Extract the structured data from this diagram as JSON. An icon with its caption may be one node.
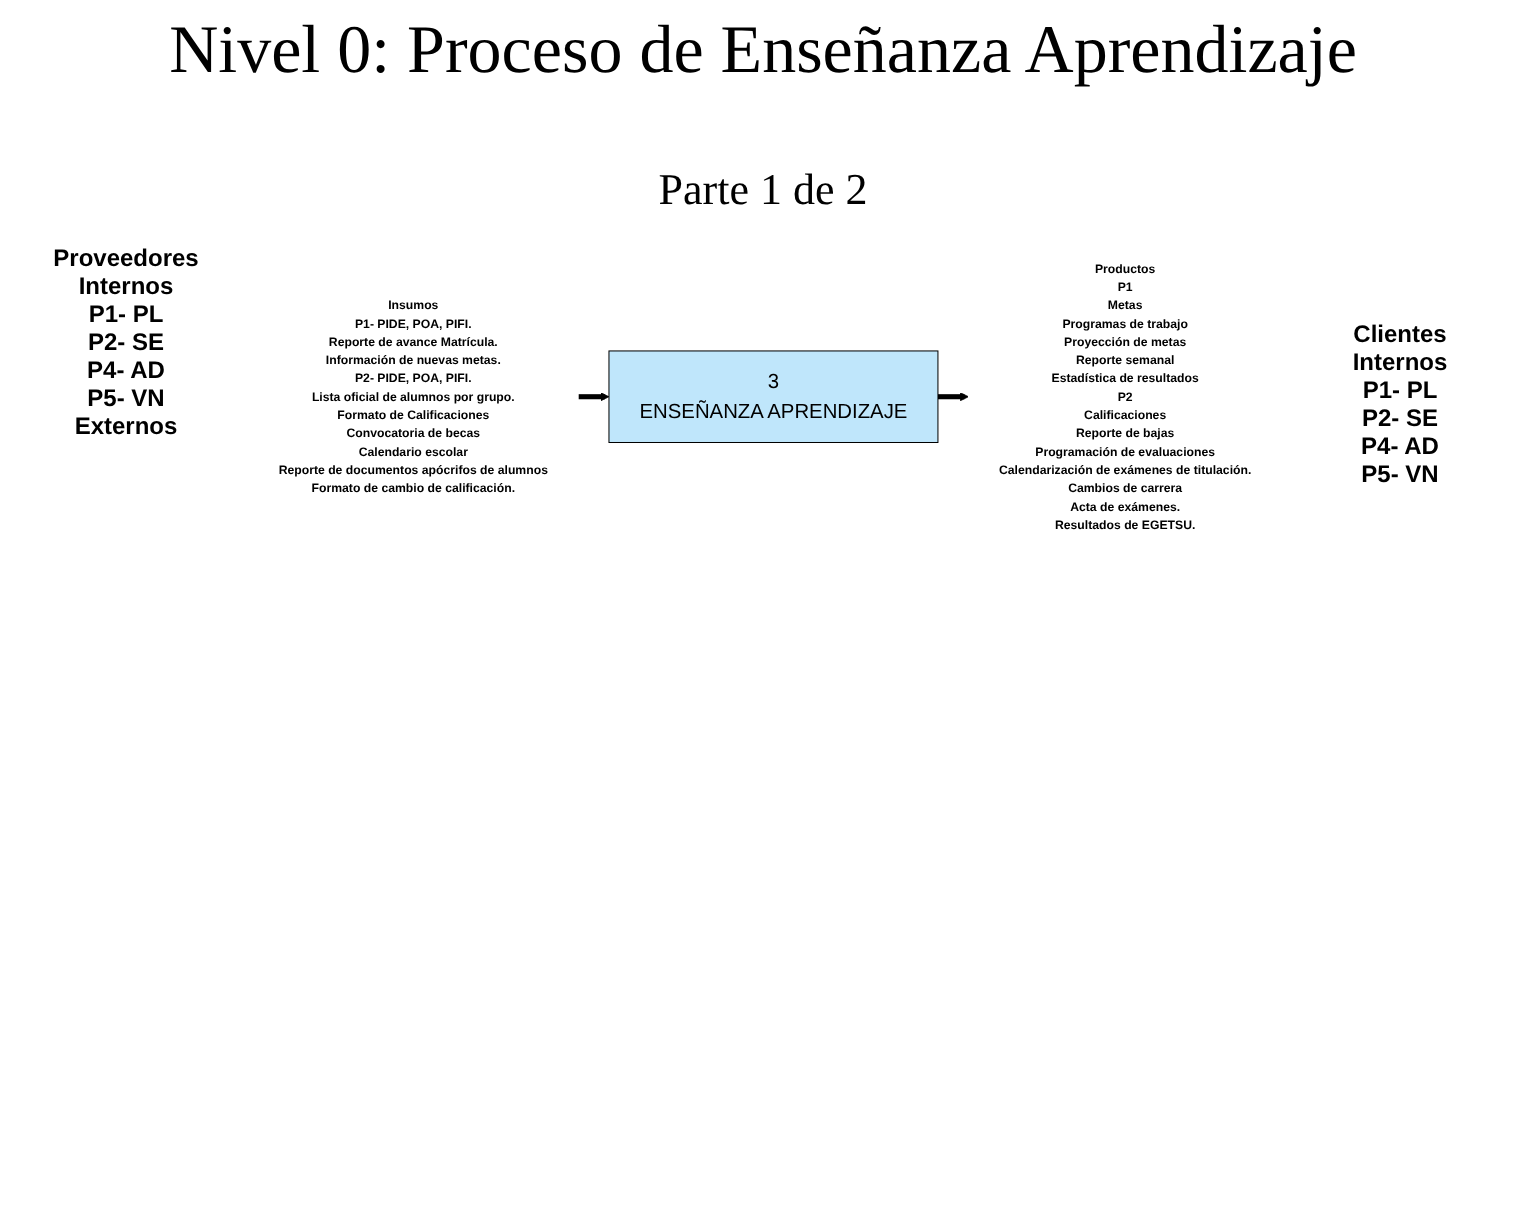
{
  "diagram": {
    "title": "Nivel 0: Proceso de Enseñanza Aprendizaje",
    "nodes": [
      {
        "text": [
          "Insumos",
          "P1- PIDE, POA, PIFI.",
          "Reporte de avance Matrícula.",
          "Información de nuevas metas.",
          "P2- PIDE, POA, PIFI.",
          "Lista oficial de alumnos por grupo.",
          "Formato de Calificaciones",
          "Convocatoria de becas",
          "Calendario escolar",
          "Reporte de documentos apócrifos de alumnos",
          "Formato de cambio de calificación."
        ]
      },
      {
        "text": [
          "3",
          "ENSEÑANZA APRENDIZAJE"
        ]
      },
      {
        "text": [
          "Productos",
          "P1",
          "Metas",
          "Programas de trabajo",
          "Proyección de metas",
          "Reporte semanal",
          "Estadística de resultados",
          "P2",
          "Calificaciones",
          "Reporte de bajas",
          "Programación de evaluaciones",
          "Calendarización de exámenes de titulación.",
          "Cambios de carrera",
          "Acta de exámenes.",
          "Resultados de EGETSU."
        ]
      }
    ],
    "edges": [
      {
        "from": 0,
        "to": 1,
        "arrow": "to"
      },
      {
        "from": 1,
        "to": 2,
        "arrow": "to"
      }
    ],
    "labels": [
      "Parte 1 de 2",
      "Proveedores",
      "Internos",
      "P1- PL",
      "P2- SE",
      "P4- AD",
      "P5- VN",
      "Externos",
      "Clientes",
      "Internos",
      "P1- PL",
      "P2- SE",
      "P4- AD",
      "P5- VN"
    ]
  }
}
